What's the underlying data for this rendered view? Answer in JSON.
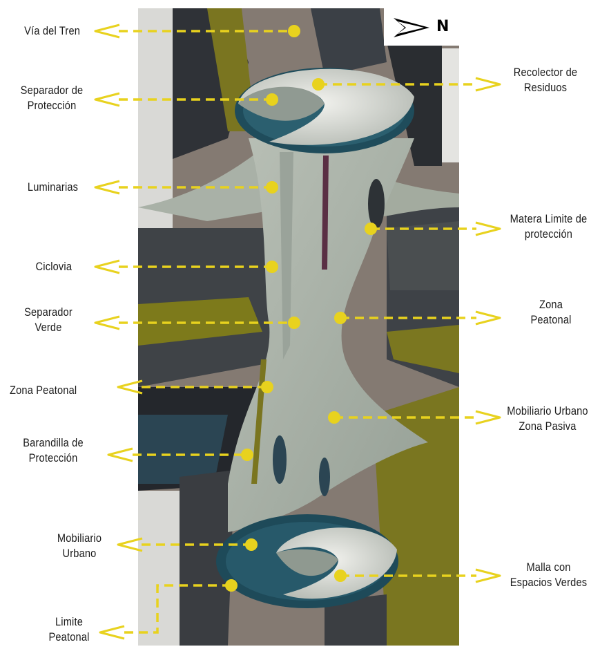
{
  "compass": {
    "letter": "N",
    "icon": "north-arrow-icon"
  },
  "colors": {
    "leader": "#e8d21e",
    "marker": "#e8d21e",
    "arrow": "#e8d21e",
    "deck": "#aab3a8",
    "water": "#24505e",
    "ground_dark": "#3d4044",
    "ground_warm": "#857a71",
    "olive": "#7e7a1c"
  },
  "labels_left": [
    {
      "id": "via-del-tren",
      "lines": [
        "Vía del Tren"
      ]
    },
    {
      "id": "separador-de-proteccion",
      "lines": [
        "Separador de",
        "Protección"
      ]
    },
    {
      "id": "luminarias",
      "lines": [
        "Luminarias"
      ]
    },
    {
      "id": "ciclovia",
      "lines": [
        "Ciclovia"
      ]
    },
    {
      "id": "separador-verde",
      "lines": [
        "Separador",
        "Verde"
      ]
    },
    {
      "id": "zona-peatonal-left",
      "lines": [
        "Zona Peatonal"
      ]
    },
    {
      "id": "barandilla-de-proteccion",
      "lines": [
        "Barandilla de",
        "Protección"
      ]
    },
    {
      "id": "mobiliario-urbano",
      "lines": [
        "Mobiliario",
        "Urbano"
      ]
    },
    {
      "id": "limite-peatonal",
      "lines": [
        "Limite",
        "Peatonal"
      ]
    }
  ],
  "labels_right": [
    {
      "id": "recolector-de-residuos",
      "lines": [
        "Recolector de",
        "Residuos"
      ]
    },
    {
      "id": "matera-limite-de-proteccion",
      "lines": [
        "Matera Limite de",
        "protección"
      ]
    },
    {
      "id": "zona-peatonal-right",
      "lines": [
        "Zona",
        "Peatonal"
      ]
    },
    {
      "id": "mobiliario-urbano-zona-pasiva",
      "lines": [
        "Mobiliario Urbano",
        "Zona Pasiva"
      ]
    },
    {
      "id": "malla-con-espacios-verdes",
      "lines": [
        "Malla con",
        "Espacios Verdes"
      ]
    }
  ]
}
